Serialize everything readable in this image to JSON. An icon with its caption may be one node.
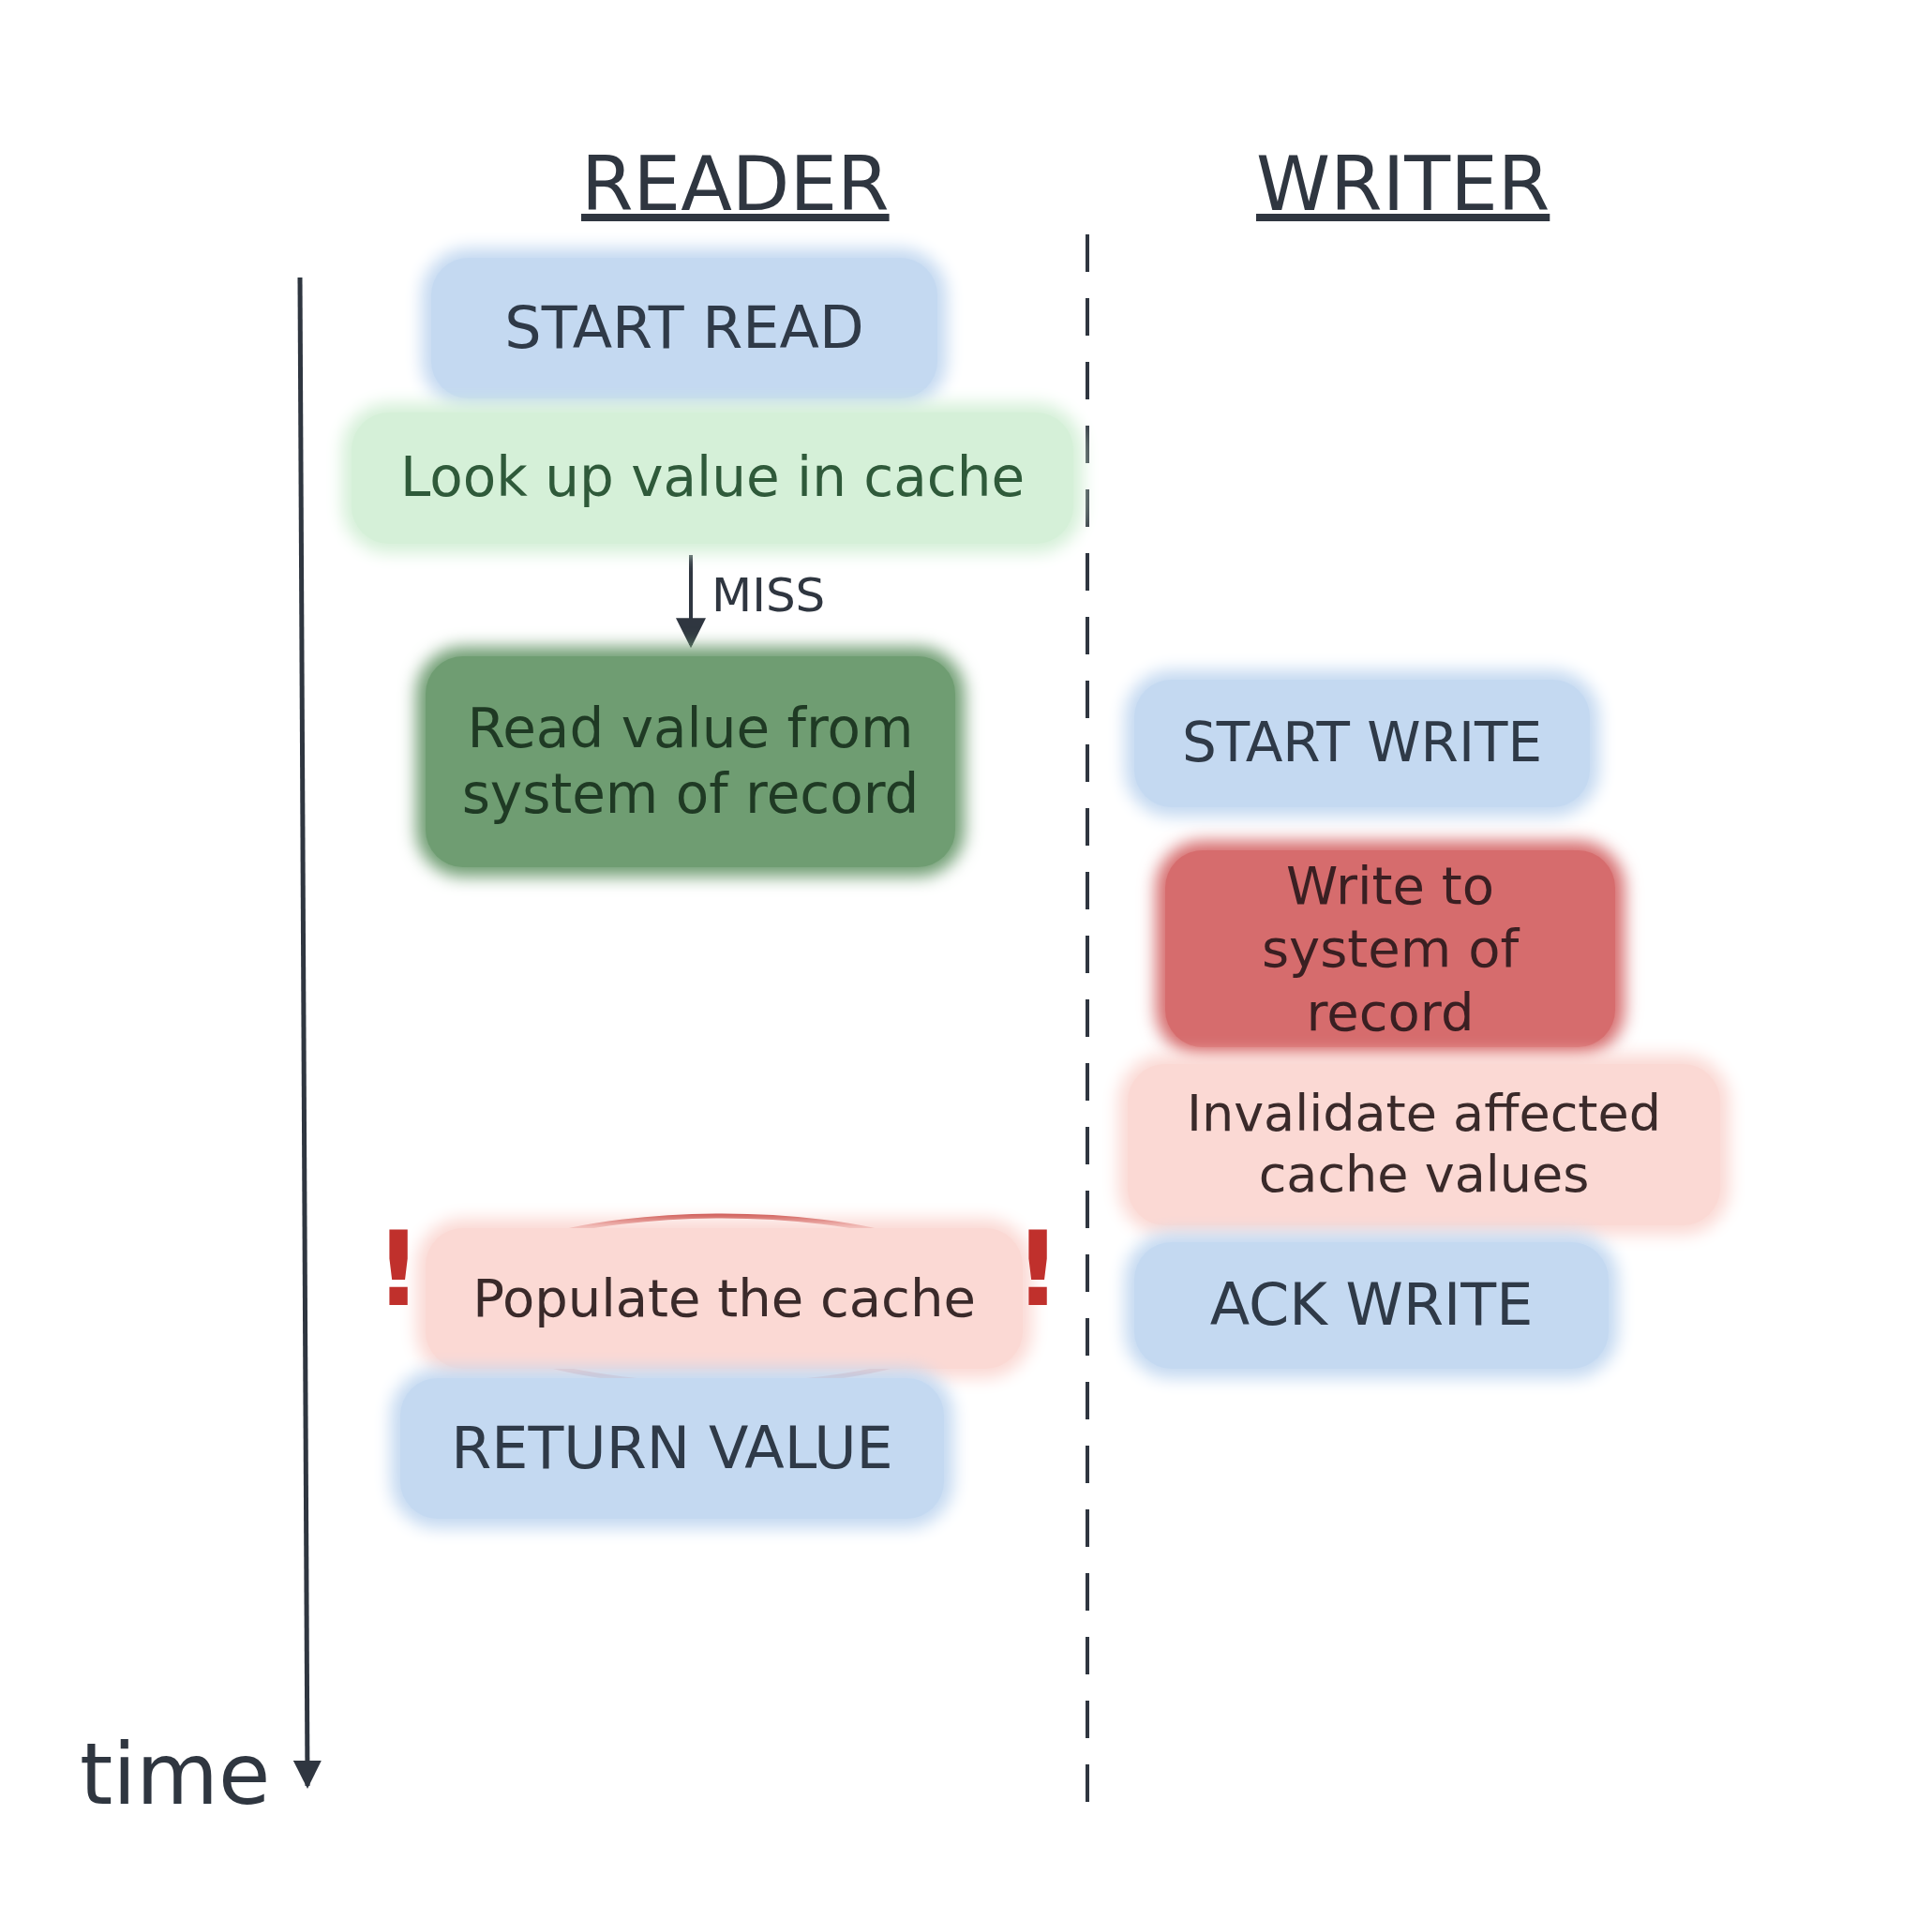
{
  "diagram": {
    "nodes": [
      {
        "text": [
          "START READ"
        ]
      },
      {
        "text": [
          "Look up value in cache"
        ]
      },
      {
        "text": [
          "Read value from system of record"
        ]
      },
      {
        "text": [
          "Populate the cache"
        ]
      },
      {
        "text": [
          "RETURN VALUE"
        ]
      },
      {
        "text": [
          "START WRITE"
        ]
      },
      {
        "text": [
          "Write to system of record"
        ]
      },
      {
        "text": [
          "Invalidate affected cache values"
        ]
      },
      {
        "text": [
          "ACK WRITE"
        ]
      }
    ],
    "edges": [
      {
        "from": 1,
        "to": 2,
        "arrow": "to",
        "label": "MISS"
      }
    ],
    "labels": [
      "READER",
      "WRITER",
      "!",
      "!",
      "time"
    ]
  }
}
